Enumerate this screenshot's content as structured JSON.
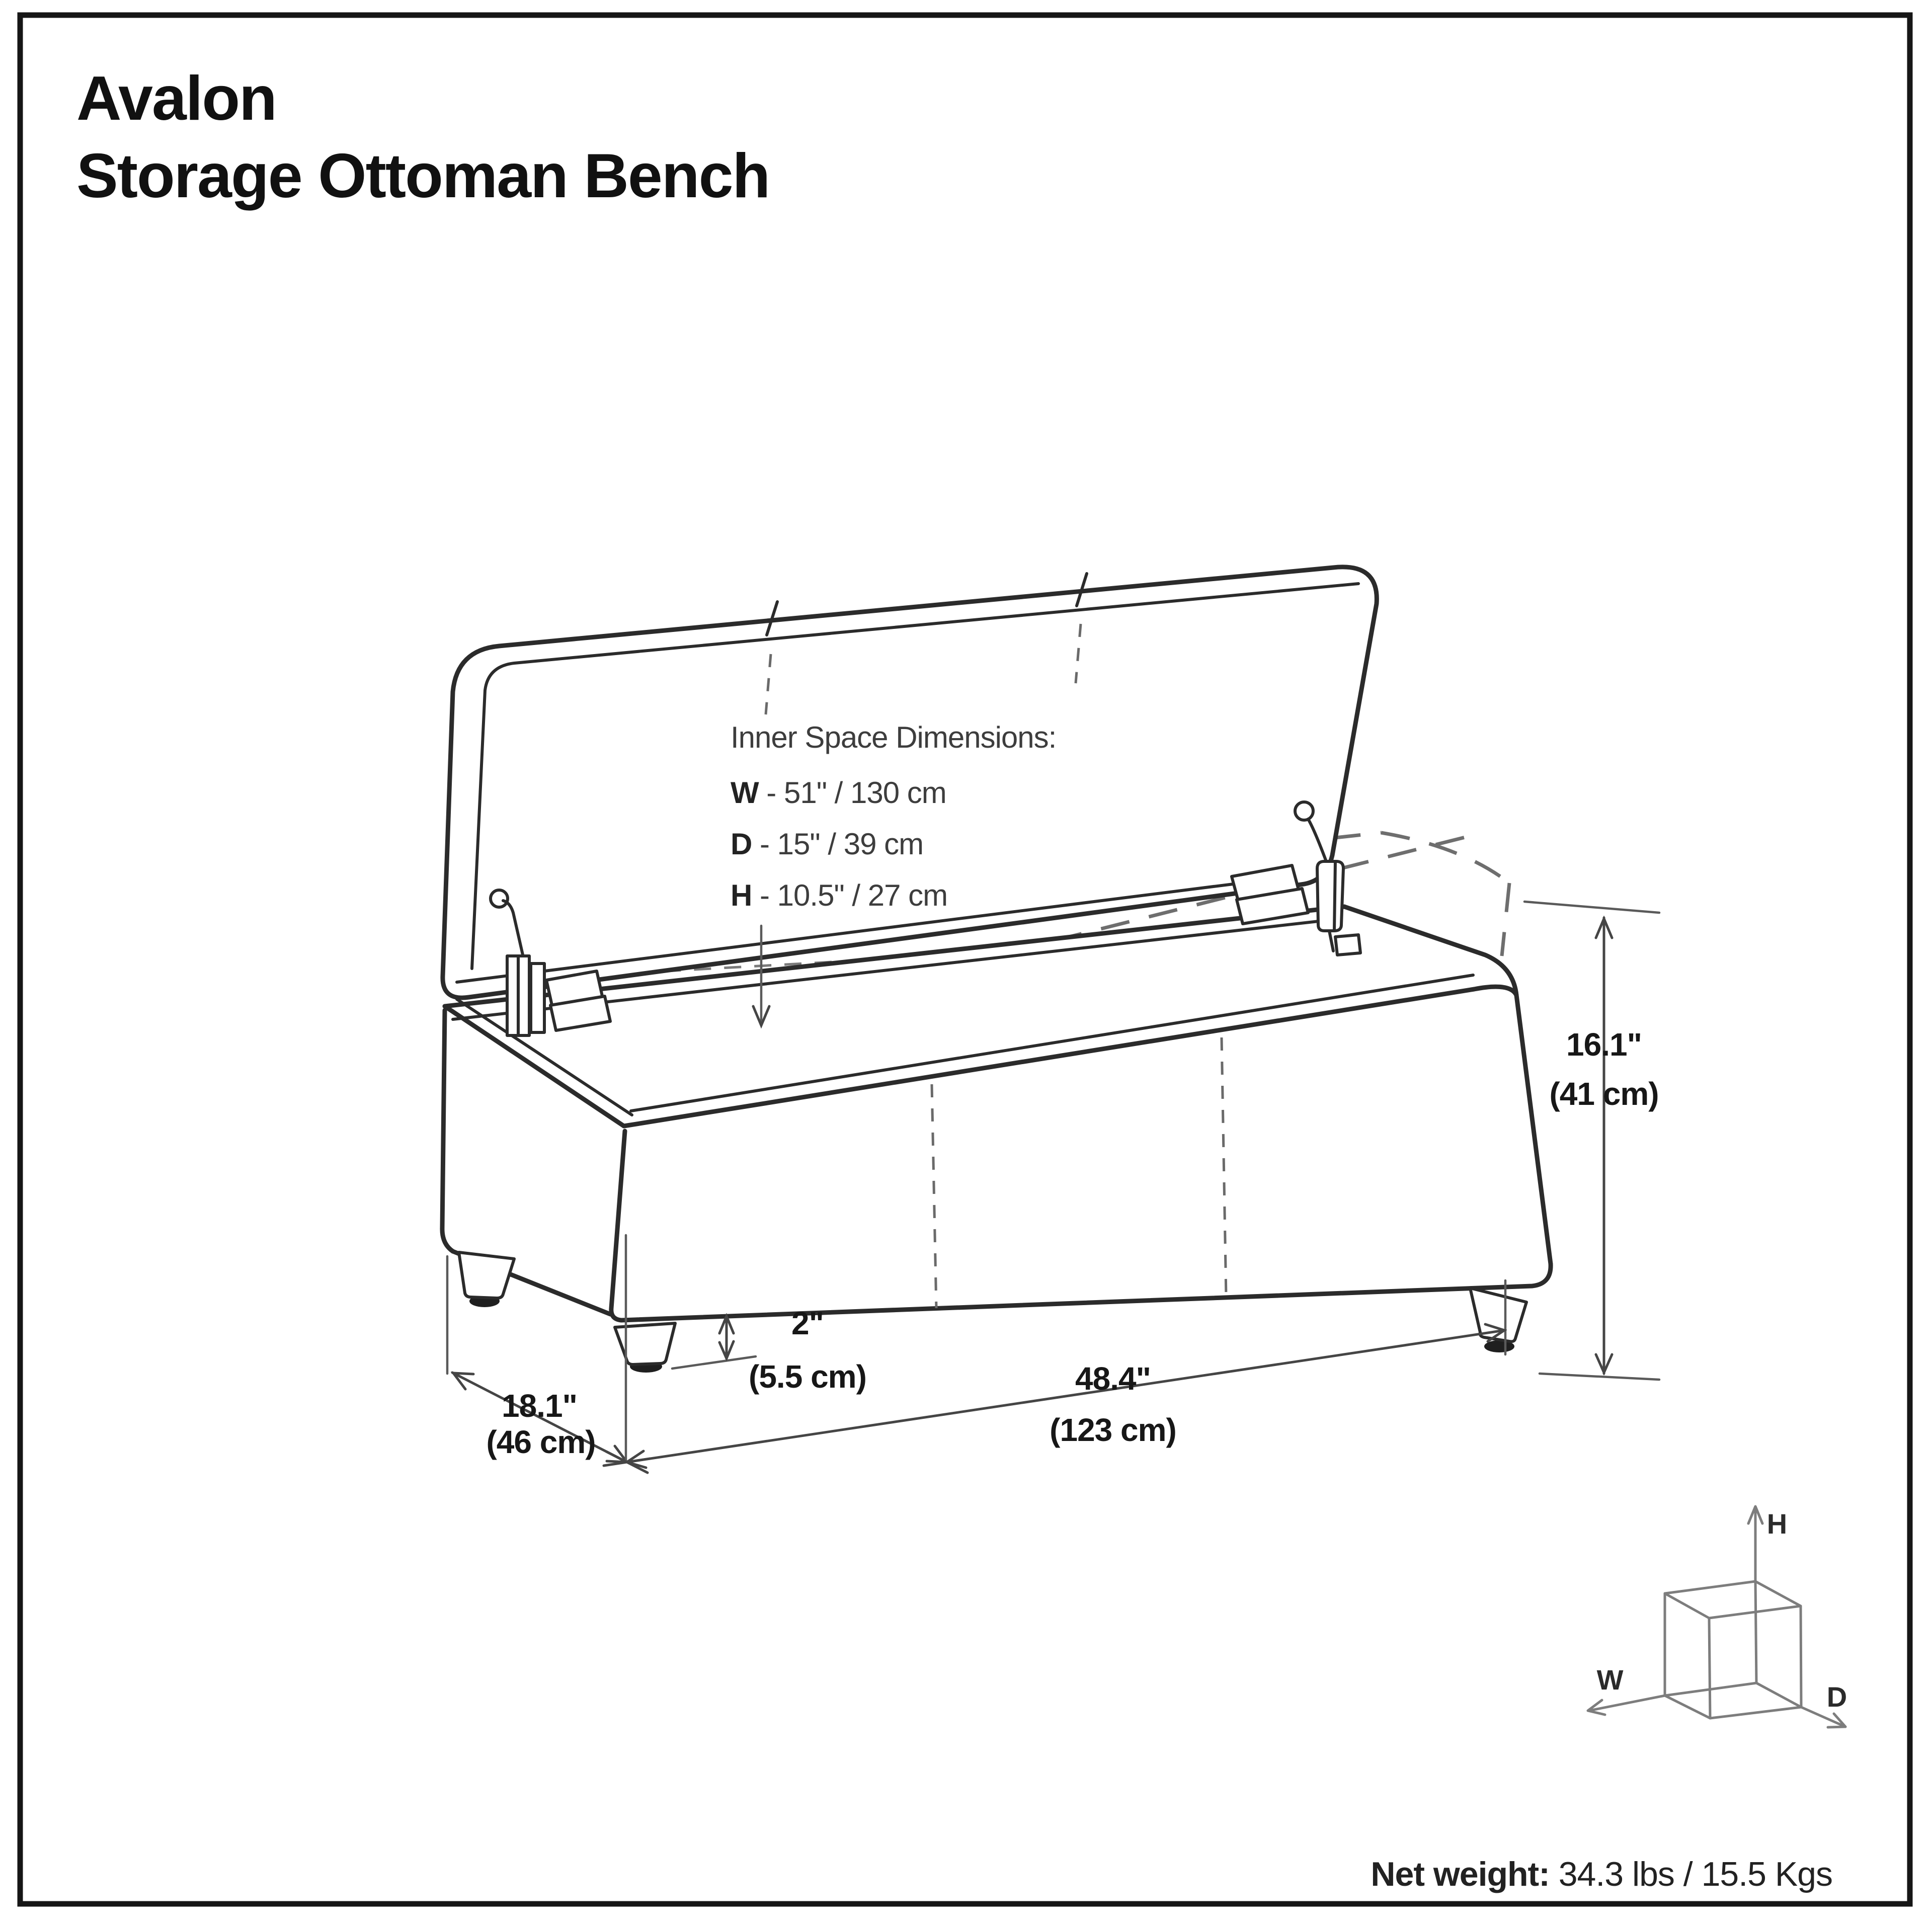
{
  "page": {
    "title_line1": "Avalon",
    "title_line2": "Storage Ottoman Bench",
    "net_weight_label": "Net weight:",
    "net_weight_value": " 34.3 lbs / 15.5 Kgs"
  },
  "inner_space": {
    "heading": "Inner Space Dimensions:",
    "rows": [
      {
        "key": "W",
        "value": " - 51\" / 130 cm"
      },
      {
        "key": "D",
        "value": " - 15\" / 39 cm"
      },
      {
        "key": "H",
        "value": " - 10.5\" / 27 cm"
      }
    ]
  },
  "dimensions": {
    "height_in": "16.1\"",
    "height_cm": "(41 cm)",
    "leg_in": "2\"",
    "leg_cm": "(5.5 cm)",
    "width_in": "48.4\"",
    "width_cm": "(123 cm)",
    "depth_in": "18.1\"",
    "depth_cm": "(46 cm)"
  },
  "axis_cube": {
    "w": "W",
    "h": "H",
    "d": "D"
  },
  "colors": {
    "line": "#2b2b2b",
    "dashed": "#6e6e6e",
    "dimension": "#454545",
    "text": "#1c1c1c"
  }
}
